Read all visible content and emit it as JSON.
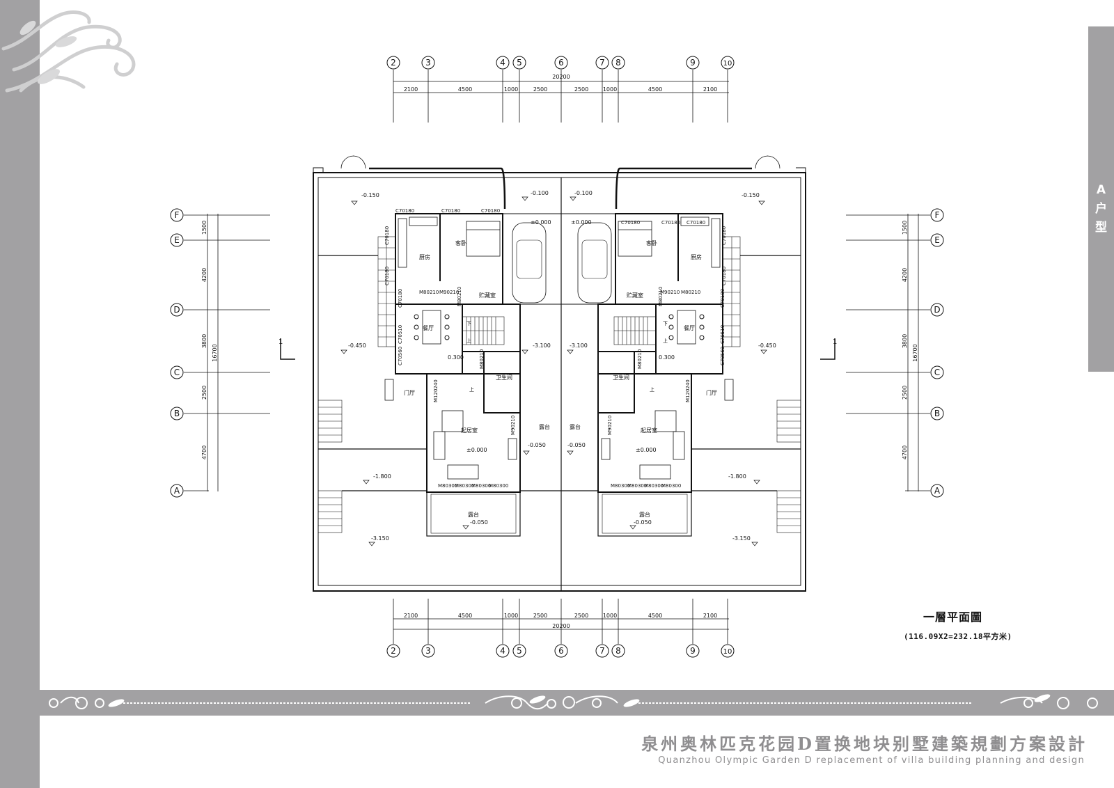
{
  "sidebar_tab": {
    "lines": [
      "A",
      "户",
      "型"
    ]
  },
  "footer": {
    "title_cn": "泉州奥林匹克花园D置换地块别墅建築規劃方案設計",
    "title_en": "Quanzhou Olympic Garden D replacement of villa building planning and design"
  },
  "plan": {
    "title": "一層平面圖",
    "area": "(116.09X2=232.18平方米)",
    "axis_cols": [
      "2",
      "3",
      "4",
      "5",
      "6",
      "7",
      "8",
      "9",
      "10"
    ],
    "axis_rows": [
      "F",
      "E",
      "D",
      "C",
      "B",
      "A"
    ],
    "dims_h": [
      "2100",
      "4500",
      "1000",
      "2500",
      "2500",
      "1000",
      "4500",
      "2100"
    ],
    "dim_h_total": "20200",
    "dims_v": [
      "1500",
      "4200",
      "3800",
      "2500",
      "4700"
    ],
    "dim_v_total": "16700",
    "section_mark": "1",
    "rooms": {
      "kitchen": "厨房",
      "guest_bedroom": "客卧",
      "dining": "餐厅",
      "storage": "贮藏室",
      "bathroom": "卫生间",
      "living": "起居室",
      "entry_hall": "门厅",
      "terrace": "露台"
    },
    "elevations": {
      "e1": "-0.150",
      "e2": "-0.100",
      "e3": "-0.450",
      "e4": "±0.000",
      "e5": "-3.100",
      "e6": "0.300",
      "e7": "-0.050",
      "e8": "-1.800",
      "e9": "-3.150"
    },
    "windows": {
      "w1": "C70180",
      "w2": "C70510",
      "w3": "C70560"
    },
    "doors": {
      "d1": "M80210",
      "d2": "M90210",
      "d3": "M120240",
      "d4": "M80300"
    },
    "stair_labels": {
      "down": "下",
      "up": "上"
    }
  }
}
